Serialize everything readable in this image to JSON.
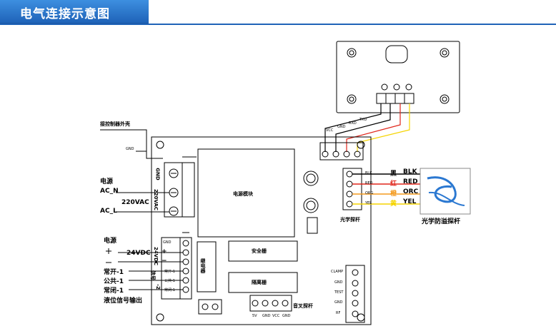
{
  "header": {
    "title": "电气连接示意图"
  },
  "labels": {
    "controller_shell": "接控制器外壳",
    "gnd": "GND",
    "power_ac": "电源",
    "ac_n": "AC_N",
    "ac_l": "AC_L",
    "v220": "220VAC",
    "gnd_vert": "GND",
    "v220_vert": "220VAC",
    "power_module": "电源模块",
    "power_dc": "电源",
    "v24": "24VDC",
    "gnd_dc": "GND",
    "v24_vert": "24VDC",
    "signal": "信号",
    "plus": "+",
    "minus": "−",
    "no": "常开-1",
    "com": "公共-1",
    "nc": "常闭-1",
    "level_output": "液位信号输出",
    "no_small": "常开-1",
    "com_small": "公共-1",
    "nc_small": "常闭-1",
    "sig2": "-2",
    "relay": "继电器",
    "safety_barrier": "安全栅",
    "isolation_barrier": "隔离栅",
    "fork_probe": "音叉探杆",
    "optical_probe": "光学探杆",
    "optical_anti": "光学防溢探杆",
    "vcc": "VCC",
    "gnd2": "GND",
    "rxd": "RXD",
    "txd": "TXD",
    "wire_labels_small": [
      "BLK",
      "RED",
      "ORG",
      "YEL"
    ],
    "wire_labels_cn": [
      "黑",
      "红",
      "橙",
      "黄"
    ],
    "wire_labels_en": [
      "BLK",
      "RED",
      "ORC",
      "YEL"
    ],
    "fork_pins": [
      "5V",
      "GND",
      "VCC",
      "GND"
    ],
    "right_pins": [
      "CLAMP",
      "GND",
      "TEST",
      "GND",
      "RF"
    ],
    "mini_labels": [
      "VCC",
      "GND",
      "RXD",
      "TXD"
    ]
  },
  "colors": {
    "header": "#1f63b8",
    "red": "#e0261b",
    "orange": "#f39a1e",
    "yellow": "#f5d400",
    "black": "#000000"
  }
}
